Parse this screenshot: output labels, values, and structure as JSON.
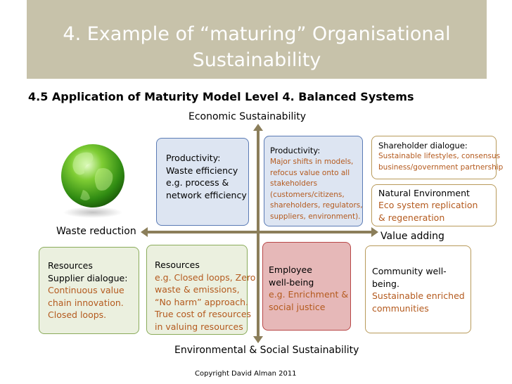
{
  "title": {
    "line1": "4. Example of “maturing” Organisational",
    "line2": "Sustainability"
  },
  "subtitle": "4.5 Application of Maturity Model Level 4. Balanced Systems",
  "axes": {
    "top": "Economic  Sustainability",
    "bottom": "Environmental & Social Sustainability",
    "left": "Waste reduction",
    "right": "Value adding"
  },
  "boxes": {
    "prod1": {
      "lines": [
        "Productivity:",
        "Waste efficiency",
        "e.g. process &",
        "network efficiency"
      ]
    },
    "prod2": {
      "heading": "Productivity:",
      "lines": [
        "Major shifts in models,",
        "refocus value onto all",
        "stakeholders",
        "(customers/citizens,",
        "shareholders, regulators,",
        "suppliers, environment)."
      ]
    },
    "shareholder": {
      "heading": "Shareholder dialogue:",
      "lines": [
        "Sustainable lifestyles, consensus",
        "business/government partnership"
      ]
    },
    "natural": {
      "heading": "Natural Environment",
      "lines": [
        "Eco system replication",
        "& regeneration"
      ]
    },
    "supplier": {
      "lines": [
        "Resources",
        "Supplier dialogue:"
      ],
      "brown_lines": [
        "Continuous value",
        "chain innovation.",
        "Closed loops."
      ]
    },
    "resources": {
      "heading": "Resources",
      "brown_lines": [
        "e.g. Closed loops, Zero",
        "waste & emissions,",
        "“No harm” approach.",
        "True cost of resources",
        "in valuing resources"
      ]
    },
    "employee": {
      "lines": [
        "Employee",
        "well-being"
      ],
      "brown_lines": [
        "e.g. Enrichment &",
        "social justice"
      ]
    },
    "community": {
      "lines": [
        "Community well-",
        "being."
      ],
      "brown_lines": [
        "Sustainable enriched",
        "communities"
      ]
    }
  },
  "copyright": "Copyright  David Alman 2011",
  "colors": {
    "title_bg": "#c7c2aa",
    "arrow": "#8b7e5a",
    "blue_fill": "#dde5f2",
    "blue_border": "#5a7bb5",
    "green_fill": "#ebf0df",
    "green_border": "#8aab5a",
    "tan_border": "#b89a5a",
    "red_fill": "#e6b8b8",
    "red_border": "#b84848",
    "text_brown": "#b45a1e"
  },
  "icons": [
    "globe-icon"
  ]
}
